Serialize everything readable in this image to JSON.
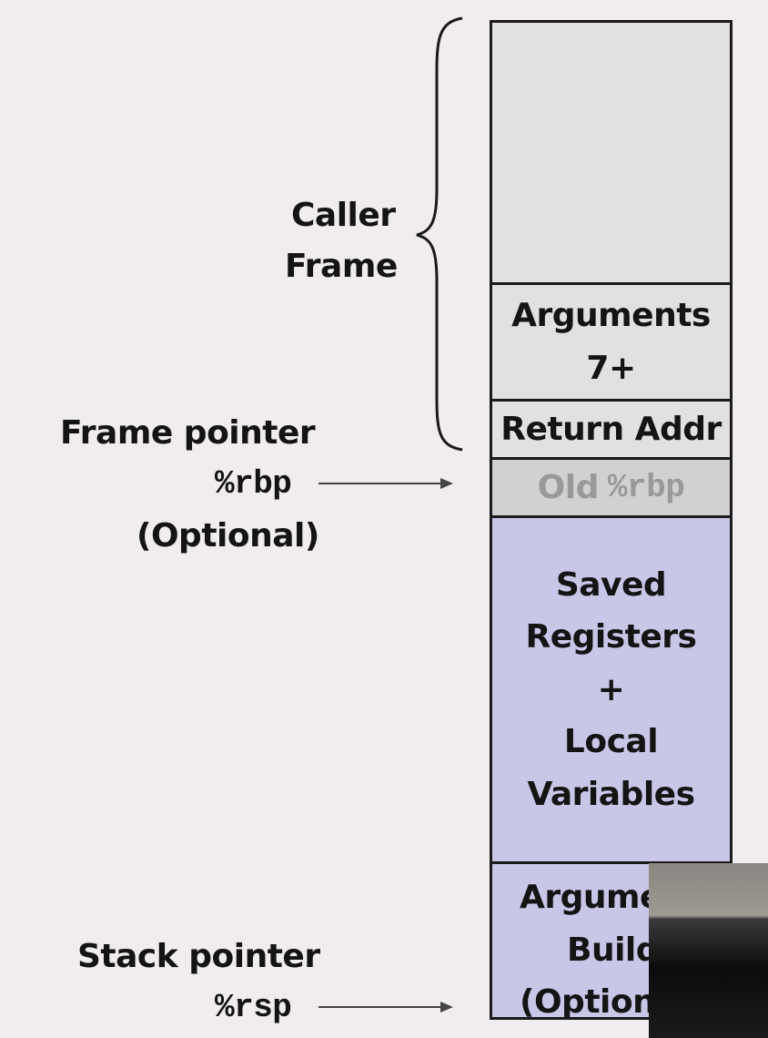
{
  "labels": {
    "caller": "Caller",
    "frame": "Frame",
    "frame_pointer": "Frame pointer",
    "rbp": "%rbp",
    "optional": "(Optional)",
    "stack_pointer": "Stack pointer",
    "rsp": "%rsp"
  },
  "stack": {
    "arguments_line1": "Arguments",
    "arguments_line2": "7+",
    "return_addr": "Return Addr",
    "old_rbp_text": "Old",
    "old_rbp_reg": "%rbp",
    "saved_line1": "Saved",
    "saved_line2": "Registers",
    "saved_line3": "+",
    "saved_line4": "Local",
    "saved_line5": "Variables",
    "argbuild_line1": "Argume",
    "argbuild_line2": "Build",
    "argbuild_line3": "(Option"
  },
  "colors": {
    "background": "#f1ecef",
    "caller_frame": "#e3e0e4",
    "old_rbp": "#d3d0d3",
    "current_frame": "#c9c7e8"
  }
}
